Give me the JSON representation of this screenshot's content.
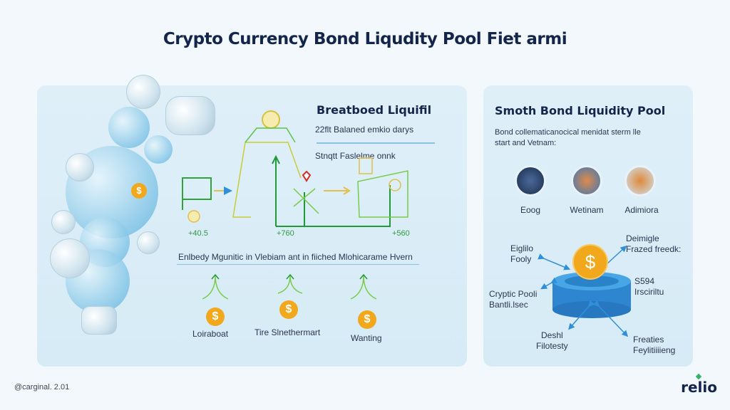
{
  "title": "Crypto Currency Bond Liqudity Pool Fiet armi",
  "left": {
    "heading": "Breatboed Liquifil",
    "line1": "22flt Balaned emkio darys",
    "line2": "Stnqtt Faslelme onnk",
    "values": [
      "+40.5",
      "+760",
      "+560"
    ],
    "caption": "Enlbedy Mgunitic in Vlebiam ant in fiiched Mlohicarame Hvern",
    "items": [
      "Loiraboat",
      "Tire Slnethermart",
      "Wanting"
    ]
  },
  "right": {
    "heading": "Smoth Bond Liquidity Pool",
    "desc1": "Bond collematicanocical menidat sterm lle",
    "desc2": "start and Vetnam:",
    "avatars": [
      "Eoog",
      "Wetinam",
      "Adimiora"
    ],
    "callouts": {
      "topleft1": "Eiglilo",
      "topleft2": "Fooly",
      "topright1": "Deimigle",
      "topright2": "Frazed freedk:",
      "midleft1": "Cryptic Pooli",
      "midleft2": "Bantli.lsec",
      "midright1": "S594",
      "midright2": "Irsciriltu",
      "botleft1": "Deshl",
      "botleft2": "Filotesty",
      "botright1": "Freaties",
      "botright2": "Feylitiiiieng"
    },
    "coin_symbol": "$"
  },
  "footer": {
    "credit": "@carginal. 2.01",
    "logo": "relio"
  },
  "colors": {
    "navy": "#13254a",
    "green": "#2f9a44",
    "gold": "#f1a81c",
    "blue": "#2f8fd8"
  }
}
